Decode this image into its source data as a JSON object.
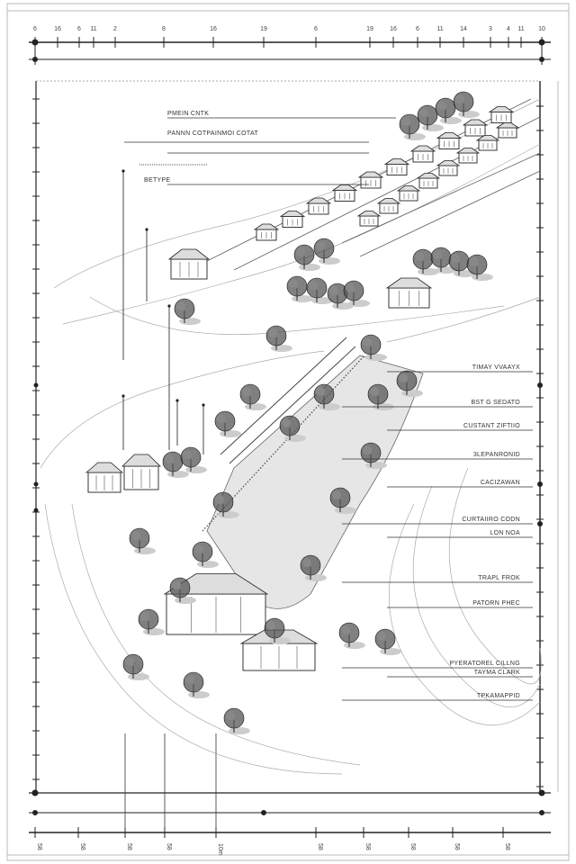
{
  "drawing": {
    "top_ruler_ticks": [
      "6",
      "16",
      "6",
      "11",
      "2",
      "8",
      "16",
      "19",
      "6",
      "19",
      "16",
      "6",
      "11",
      "14",
      "3",
      "4",
      "11",
      "10"
    ],
    "bottom_ruler_ticks": [
      "58",
      "58",
      "58",
      "58",
      "10m",
      "58",
      "58",
      "58",
      "58",
      "58"
    ],
    "left_labels": [
      "PMEIN CNTK",
      "PANNN COTPAINMOI COTAT",
      "BETYPE"
    ],
    "right_labels": [
      "TIMAY VVAAYX",
      "BST G SEDATO",
      "CUSTANT ZIFTIIO",
      "3LEPANRONID",
      "CACIZAWAN",
      "CURTAIIRO CODN",
      "LON NOA",
      "TRAPL FROK",
      "PATORN PHEC",
      "PYERATOREL CILLNG",
      "TAYMA CLARK",
      "TPKAMAPPID"
    ],
    "colors": {
      "ink": "#222222",
      "pond": "#e6e6e6",
      "paper": "#ffffff"
    }
  }
}
